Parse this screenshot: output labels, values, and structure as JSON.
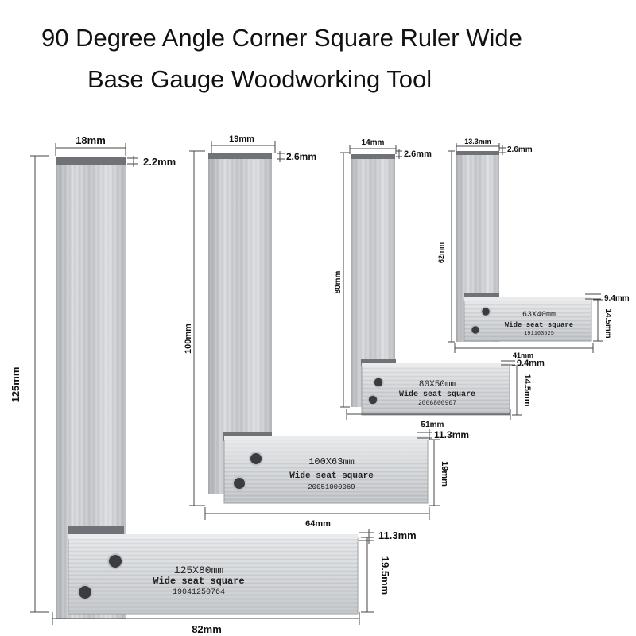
{
  "title": {
    "line1": "90 Degree Angle Corner Square Ruler Wide",
    "line2": "Base Gauge Woodworking Tool"
  },
  "squares": [
    {
      "blade_width": "18mm",
      "blade_thickness": "2.2mm",
      "blade_length": "125mm",
      "base_length": "82mm",
      "base_width": "19.5mm",
      "base_thickness": "11.3mm",
      "engraving": {
        "size": "125X80mm",
        "type": "Wide seat square",
        "serial": "19041250764"
      }
    },
    {
      "blade_width": "19mm",
      "blade_thickness": "2.6mm",
      "blade_length": "100mm",
      "base_length": "64mm",
      "base_width": "19mm",
      "base_thickness": "11.3mm",
      "engraving": {
        "size": "100X63mm",
        "type": "Wide seat square",
        "serial": "20051000069"
      }
    },
    {
      "blade_width": "14mm",
      "blade_thickness": "2.6mm",
      "blade_length": "80mm",
      "base_length": "51mm",
      "base_width": "14.5mm",
      "base_thickness": "9.4mm",
      "engraving": {
        "size": "80X50mm",
        "type": "Wide seat square",
        "serial": "2006800907"
      }
    },
    {
      "blade_width": "13.3mm",
      "blade_thickness": "2.6mm",
      "blade_length": "62mm",
      "base_length": "41mm",
      "base_width": "14.5mm",
      "base_thickness": "9.4mm",
      "engraving": {
        "size": "63X40mm",
        "type": "Wide seat square",
        "serial": "191163525"
      }
    }
  ]
}
